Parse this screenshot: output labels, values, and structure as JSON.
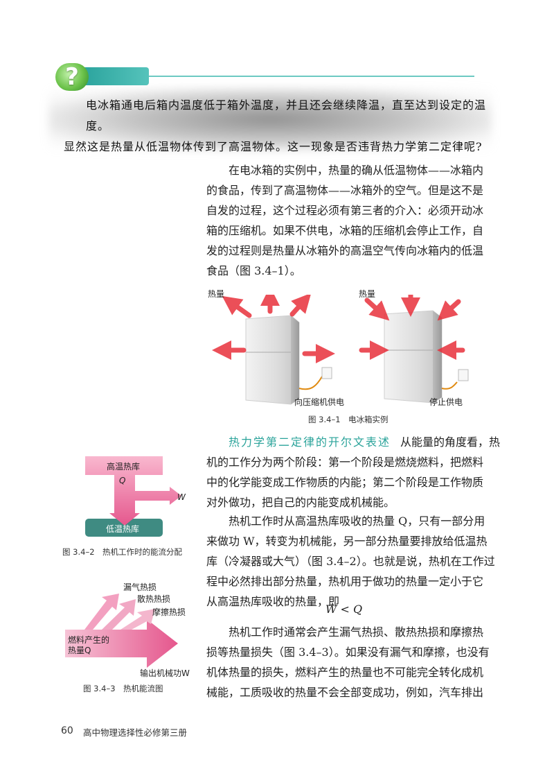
{
  "question": {
    "icon_text": "?",
    "line1": "电冰箱通电后箱内温度低于箱外温度，并且还会继续降温，直至达到设定的温度。",
    "line2": "显然这是热量从低温物体传到了高温物体。这一现象是否违背热力学第二定律呢?"
  },
  "para1": {
    "lines": [
      "在电冰箱的实例中，热量的确从低温物体——冰箱内",
      "的食品，传到了高温物体——冰箱外的空气。但是这不是",
      "自发的过程，这个过程必须有第三者的介入：必须开动冰",
      "箱的压缩机。如果不供电，冰箱的压缩机会停止工作，自",
      "发的过程则是热量从冰箱外的高温空气传向冰箱内的低温",
      "食品（图 3.4–1）。"
    ]
  },
  "fig341": {
    "left_heat_label": "热量",
    "right_heat_label": "热量",
    "left_label": "向压缩机供电",
    "right_label": "停止供电",
    "caption": "图 3.4–1　电冰箱实例"
  },
  "section": {
    "title": "热力学第二定律的开尔文表述",
    "lines_first_rest": "从能量的角度看，热",
    "lines": [
      "机的工作分为两个阶段：第一个阶段是燃烧燃料，把燃料",
      "中的化学能变成工作物质的内能；第二个阶段是工作物质",
      "对外做功，把自己的内能变成机械能。"
    ]
  },
  "para3": {
    "lines": [
      "热机工作时从高温热库吸收的热量 Q，只有一部分用",
      "来做功 W，转变为机械能，另一部分热量要排放给低温热",
      "库（冷凝器或大气）（图 3.4–2）。也就是说，热机在工作过",
      "程中必然排出部分热量，热机用于做功的热量一定小于它",
      "从高温热库吸收的热量，即"
    ]
  },
  "formula": "W < Q",
  "para4": {
    "lines": [
      "热机工作时通常会产生漏气热损、散热热损和摩擦热",
      "损等热量损失（图 3.4–3）。如果没有漏气和摩擦，也没有",
      "机体热量的损失，燃料产生的热量也不可能完全转化成机",
      "械能，工质吸收的热量不会全部变成功，例如，汽车排出"
    ]
  },
  "fig342": {
    "hot_label": "高温热库",
    "q_label": "Q",
    "w_label": "W",
    "cold_label": "低温热库",
    "caption": "图 3.4–2　热机工作时的能流分配"
  },
  "fig343": {
    "leak": "漏气热损",
    "dissipate": "散热热损",
    "friction": "摩擦热损",
    "fuel_line1": "燃料产生的",
    "fuel_line2": "热量Q",
    "output": "输出机械功W",
    "caption": "图 3.4–3　热机能流图"
  },
  "footer": {
    "page_number": "60",
    "book_title": "高中物理选择性必修第三册"
  },
  "colors": {
    "accent_teal": "#2aa39a",
    "arrow_red": "#e8313c",
    "flow_pink": "#e5578d",
    "cold_reservoir": "#3f8b82"
  }
}
